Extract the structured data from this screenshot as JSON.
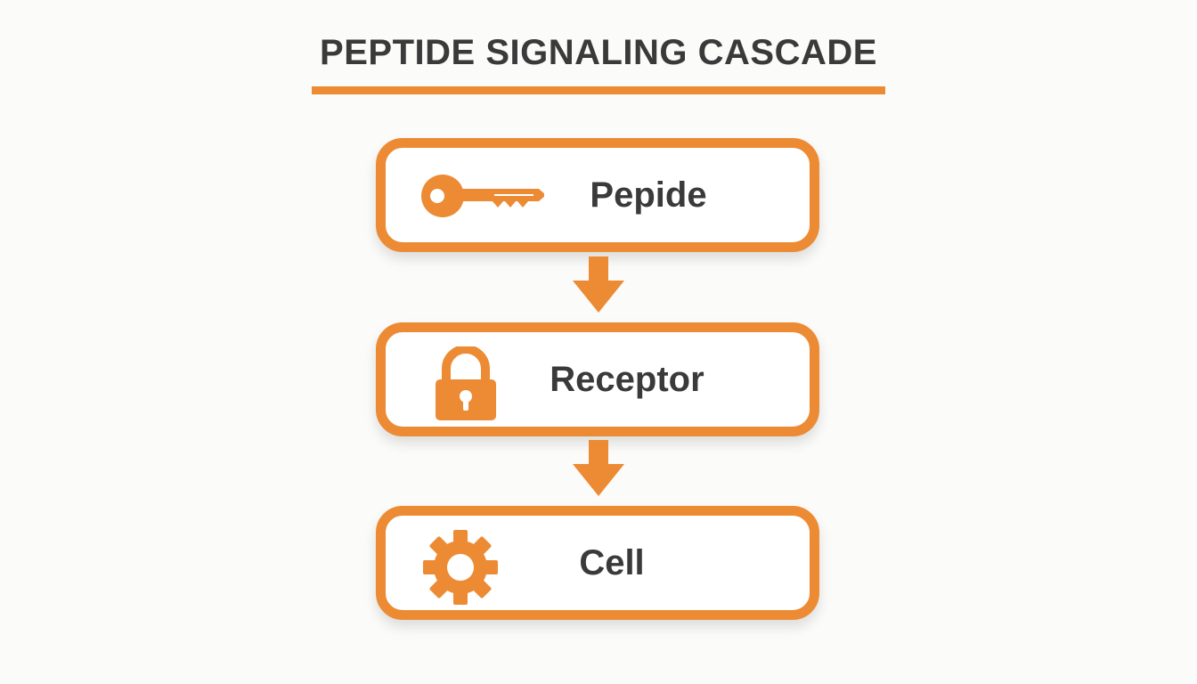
{
  "diagram": {
    "title": "PEPTIDE SIGNALING CASCADE",
    "accent_color": "#ec8b34",
    "text_color": "#3a3a3a",
    "steps": [
      {
        "label": "Pepide",
        "icon": "key-icon"
      },
      {
        "label": "Receptor",
        "icon": "padlock-icon"
      },
      {
        "label": "Cell",
        "icon": "gear-icon"
      }
    ],
    "connectors": [
      {
        "from": "Pepide",
        "to": "Receptor",
        "icon": "arrow-down-icon"
      },
      {
        "from": "Receptor",
        "to": "Cell",
        "icon": "arrow-down-icon"
      }
    ]
  }
}
